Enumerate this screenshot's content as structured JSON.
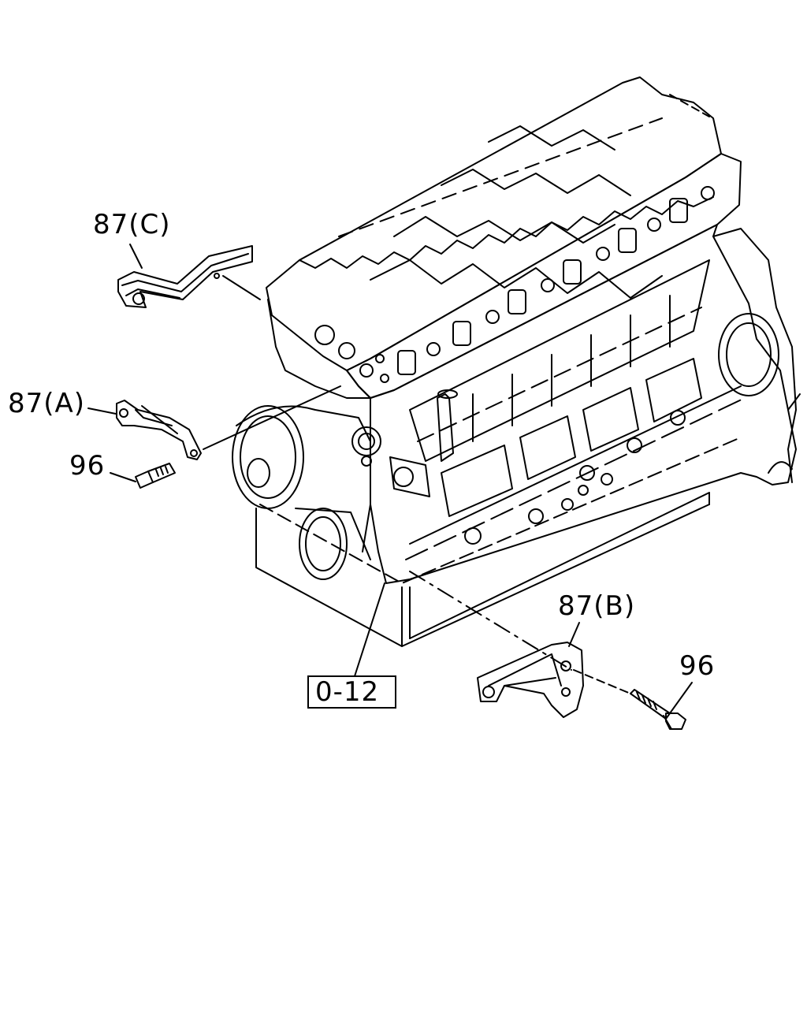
{
  "callouts": {
    "bracket_c": "87(C)",
    "bracket_a": "87(A)",
    "bolt_a": "96",
    "bracket_b": "87(B)",
    "bolt_b": "96",
    "reference": "0-12"
  },
  "colors": {
    "line": "#000000",
    "background": "#ffffff"
  }
}
